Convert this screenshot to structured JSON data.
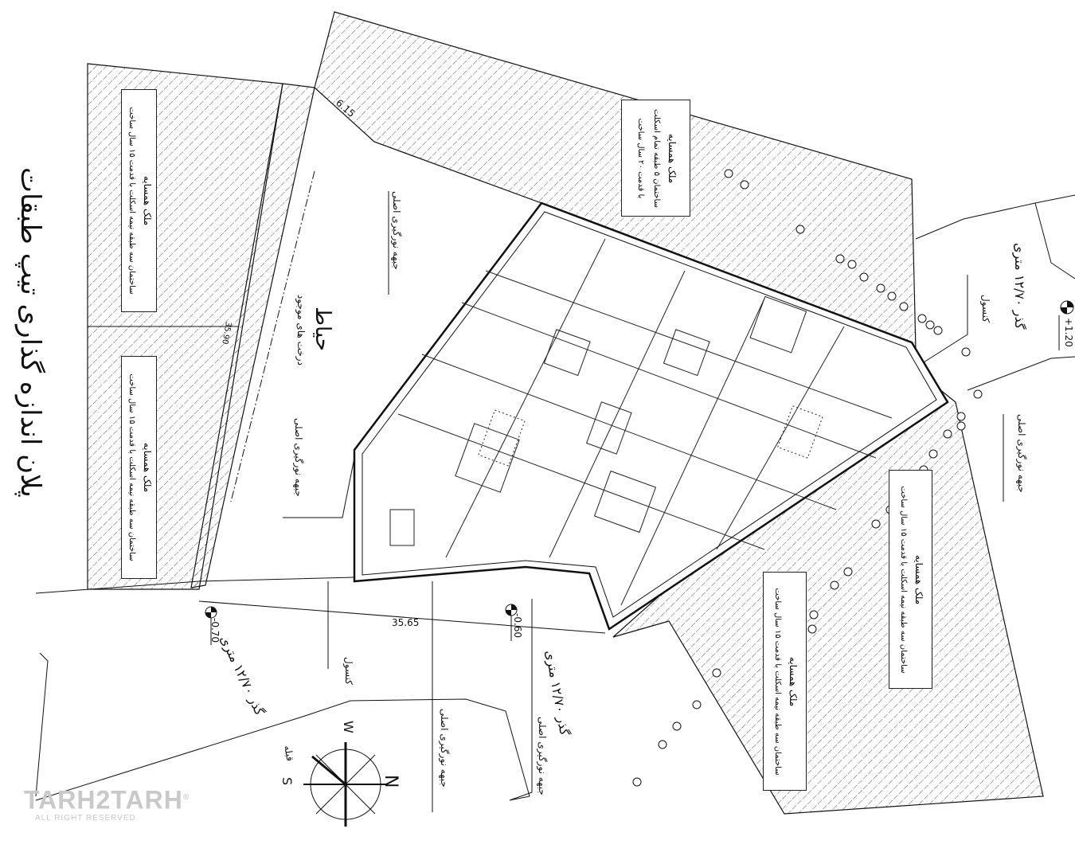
{
  "title": "پلان اندازه گذاری تیپ طبقات",
  "neighbors": [
    {
      "heading": "ملک همسایه",
      "desc": "ساختمان سه طبقه نیمه اسکلت با قدمت ۱۵ سال ساخت"
    },
    {
      "heading": "ملک همسایه",
      "desc": "ساختمان سه طبقه نیمه اسکلت با قدمت ۱۵ سال ساخت"
    },
    {
      "heading": "ملک همسایه",
      "desc": "ساختمان ۵ طبقه تمام اسکلت",
      "desc2": "با قدمت ۲۰ سال ساخت"
    },
    {
      "heading": "ملک همسایه",
      "desc": "ساختمان سه طبقه نیمه اسکلت با قدمت ۱۵ سال ساخت"
    },
    {
      "heading": "ملک همسایه",
      "desc": "ساختمان سه طبقه نیمه اسکلت با قدمت ۱۵ سال ساخت"
    }
  ],
  "labels": {
    "yard": "حیاط",
    "trees": "درخت های موجود",
    "main_light": "جبهه نورگیری اصلی",
    "console": "کنسول",
    "road": "گذر ۱۲/۷۰ متری",
    "qibla": "قبله"
  },
  "dimensions": {
    "top": "6.15",
    "left": "35.90",
    "bottom": "35.65"
  },
  "elevations": {
    "left": "-0.70",
    "center": "-0.60",
    "right": "+1.20"
  },
  "compass": {
    "n": "N",
    "s": "S",
    "w": "W"
  },
  "watermark": {
    "brand": "TARH2TARH",
    "rights": "ALL RIGHT RESERVED",
    "reg": "®"
  },
  "colors": {
    "line": "#111111",
    "hatch": "#333333",
    "watermark": "#c9c9c9"
  }
}
